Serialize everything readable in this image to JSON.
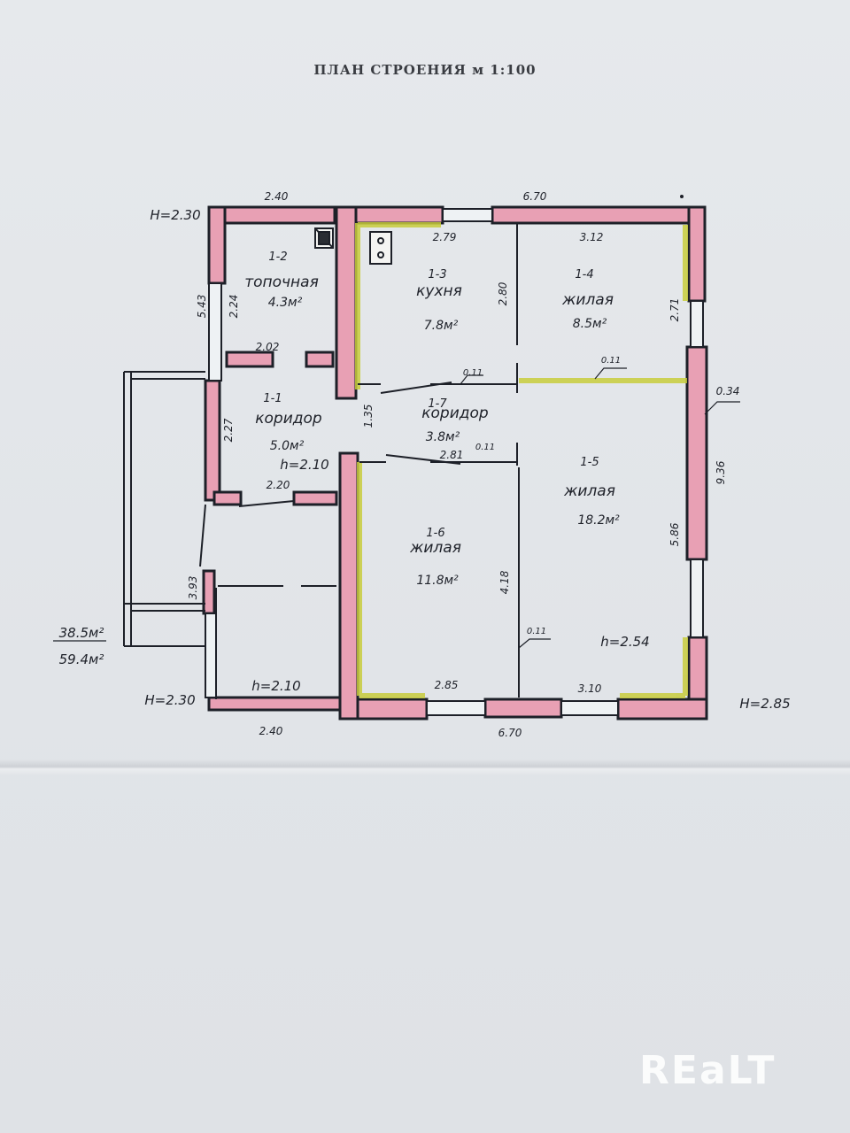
{
  "title": "ПЛАН СТРОЕНИЯ м 1:100",
  "rooms": [
    {
      "id": "1-1",
      "name": "коридор",
      "area": "5.0м²"
    },
    {
      "id": "1-2",
      "name": "топочная",
      "area": "4.3м²"
    },
    {
      "id": "1-3",
      "name": "кухня",
      "area": "7.8м²"
    },
    {
      "id": "1-4",
      "name": "жилая",
      "area": "8.5м²"
    },
    {
      "id": "1-5",
      "name": "жилая",
      "area": "18.2м²"
    },
    {
      "id": "1-6",
      "name": "жилая",
      "area": "11.8м²"
    },
    {
      "id": "1-7",
      "name": "коридор",
      "area": "3.8м²"
    }
  ],
  "dimensions": {
    "top_left_width": "2.40",
    "top_right_width": "6.70",
    "bottom_left_width": "2.40",
    "bottom_right_width": "6.70",
    "kitchen_width": "2.79",
    "room14_width": "3.12",
    "kitchen_depth": "2.80",
    "room14_depth": "2.71",
    "wall_thickness": "0.34",
    "right_total": "9.36",
    "room15_depth": "5.86",
    "room16_depth": "4.18",
    "room16_width": "2.85",
    "room15_width": "3.10",
    "left_upper": "5.43",
    "room12_depth": "2.24",
    "room12_width": "2.02",
    "room11_depth": "2.27",
    "room11_width": "2.20",
    "corridor_depth": "1.35",
    "corridor_width": "2.81",
    "partition_1": "0.11",
    "partition_2": "0.11",
    "partition_3": "0.11",
    "partition_4": "0.11",
    "left_lower": "3.93",
    "height_main": "h=2.54",
    "height_hall": "h=2.10",
    "height_annex": "h=2.10",
    "elev_top_left": "H=2.30",
    "elev_bottom_left": "H=2.30",
    "elev_bottom_right": "H=2.85"
  },
  "totals": {
    "living": "38.5м²",
    "total": "59.4м²"
  },
  "watermark": "REaLT",
  "colors": {
    "exterior_wall": "#e8a0b4",
    "interior_wall": "#eef08a",
    "ink": "#1d2028",
    "window": "#eef2f4"
  }
}
